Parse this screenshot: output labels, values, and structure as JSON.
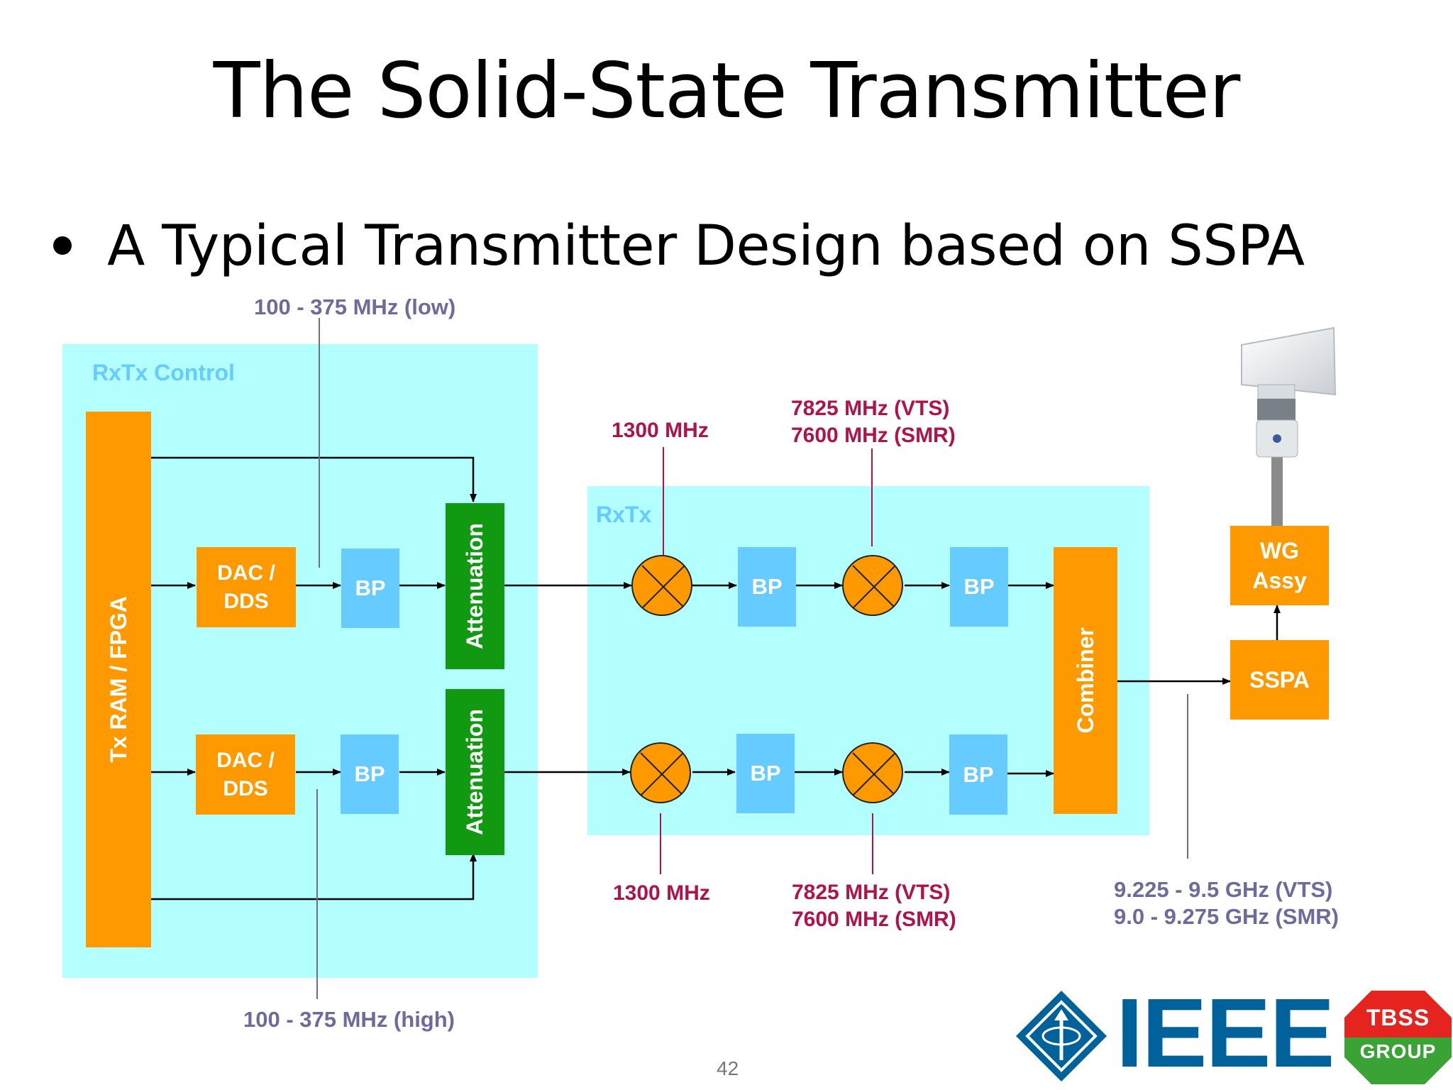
{
  "slide": {
    "title": "The Solid-State Transmitter",
    "bullet": "A Typical Transmitter Design based on SSPA",
    "page_number": "42"
  },
  "diagram": {
    "regions": {
      "rxtx_control": "RxTx Control",
      "rxtx": "RxTx"
    },
    "blocks": {
      "tx_ram_fpga": "Tx RAM / FPGA",
      "dac_dds_top": "DAC / DDS",
      "dac_dds_bottom": "DAC / DDS",
      "bp_1_top": "BP",
      "bp_1_bottom": "BP",
      "attenuation_top": "Attenuation",
      "attenuation_bottom": "Attenuation",
      "bp_2_top": "BP",
      "bp_2_bottom": "BP",
      "bp_3_top": "BP",
      "bp_3_bottom": "BP",
      "combiner": "Combiner",
      "sspa": "SSPA",
      "wg_assy": "WG Assy"
    },
    "frequencies": {
      "clock_low": "100 - 375 MHz (low)",
      "clock_high": "100 - 375 MHz (high)",
      "lo1_top": "1300 MHz",
      "lo1_bottom": "1300 MHz",
      "lo2_top_line1": "7825 MHz (VTS)",
      "lo2_top_line2": "7600 MHz (SMR)",
      "lo2_bottom_line1": "7825 MHz (VTS)",
      "lo2_bottom_line2": "7600 MHz (SMR)",
      "output_line1": "9.225 - 9.5 GHz (VTS)",
      "output_line2": "9.0 - 9.275 GHz (SMR)"
    },
    "colors": {
      "region": "#b3ffff",
      "block_orange": "#ff9900",
      "block_blue": "#66ccff",
      "block_green": "#119911",
      "label_purple": "#6b6b9e",
      "label_red": "#b0124a"
    }
  },
  "logos": {
    "ieee": "IEEE",
    "tbss_line1": "TBSS",
    "tbss_line2": "GROUP"
  }
}
